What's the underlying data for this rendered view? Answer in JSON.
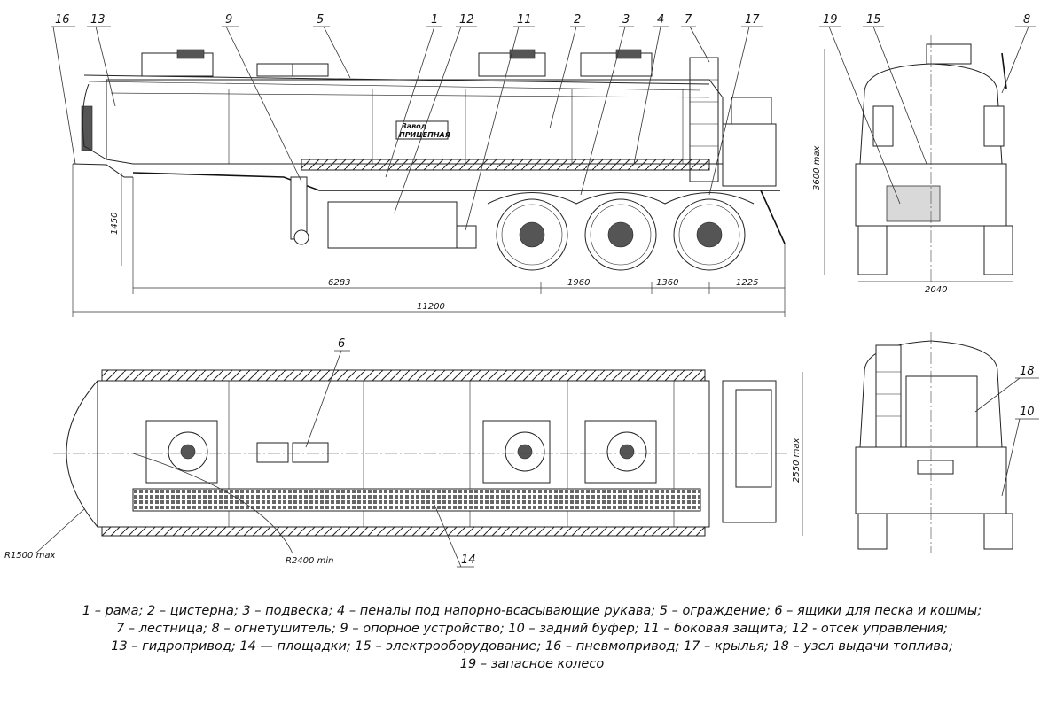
{
  "callouts": {
    "c16": "16",
    "c13": "13",
    "c9": "9",
    "c5": "5",
    "c1": "1",
    "c12": "12",
    "c11": "11",
    "c2": "2",
    "c3": "3",
    "c4": "4",
    "c7": "7",
    "c17": "17",
    "c19": "19",
    "c15": "15",
    "c8": "8",
    "c6": "6",
    "c14": "14",
    "c18": "18",
    "c10": "10"
  },
  "dimensions": {
    "d6283": "6283",
    "d1960": "1960",
    "d1360": "1360",
    "d1225": "1225",
    "d11200": "11200",
    "d1450": "1450",
    "d3600": "3600 max",
    "d2040": "2040",
    "d2550": "2550 max",
    "r1500": "R1500 max",
    "r2400": "R2400 min"
  },
  "brand_plate": {
    "line1": "Завод",
    "line2": "ПРИЦЕПНАЯ"
  },
  "legend": [
    "1 – рама; 2 – цистерна; 3 – подвеска; 4 – пеналы под напорно-всасывающие рукава; 5 – ограждение; 6 – ящики для песка и кошмы;",
    "7 – лестница; 8 – огнетушитель; 9 – опорное устройство; 10 – задний буфер; 11 – боковая защита; 12 - отсек управления;",
    "13 – гидропривод; 14 — площадки; 15 – электрооборудование; 16 – пневмопривод; 17 – крылья; 18 – узел выдачи топлива;",
    "19 – запасное колесо"
  ]
}
